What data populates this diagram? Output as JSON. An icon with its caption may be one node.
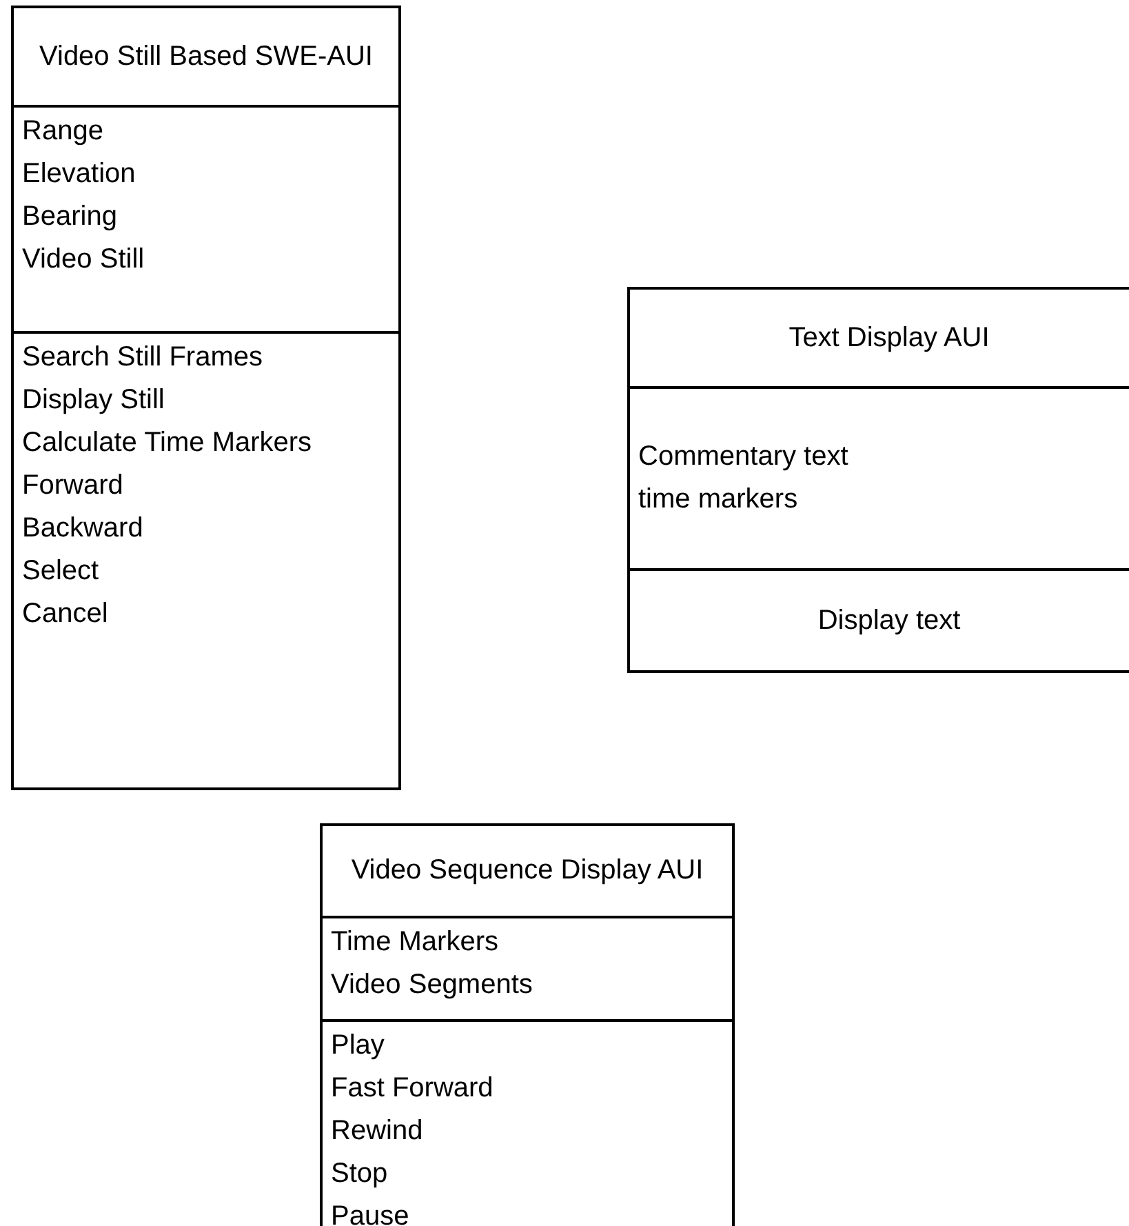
{
  "diagram": {
    "nodes": [
      {
        "text": [
          "Video Still Based SWE-AUI"
        ]
      },
      {
        "text": [
          "Range",
          "Elevation",
          "Bearing",
          "Video Still"
        ],
        "in": 0
      },
      {
        "text": [
          "Search Still Frames",
          "Display Still",
          "Calculate Time Markers",
          "Forward",
          "Backward",
          "Select",
          "Cancel"
        ],
        "in": 0
      },
      {
        "text": [
          "Text Display AUI"
        ]
      },
      {
        "text": [
          "Commentary text",
          "time markers"
        ],
        "in": 3
      },
      {
        "text": [
          "Display text"
        ],
        "in": 3
      },
      {
        "text": [
          "Video Sequence Display AUI"
        ]
      },
      {
        "text": [
          "Time Markers",
          "Video Segments"
        ],
        "in": 6
      },
      {
        "text": [
          "Play",
          "Fast Forward",
          "Rewind",
          "Stop",
          "Pause"
        ],
        "in": 6
      }
    ]
  }
}
